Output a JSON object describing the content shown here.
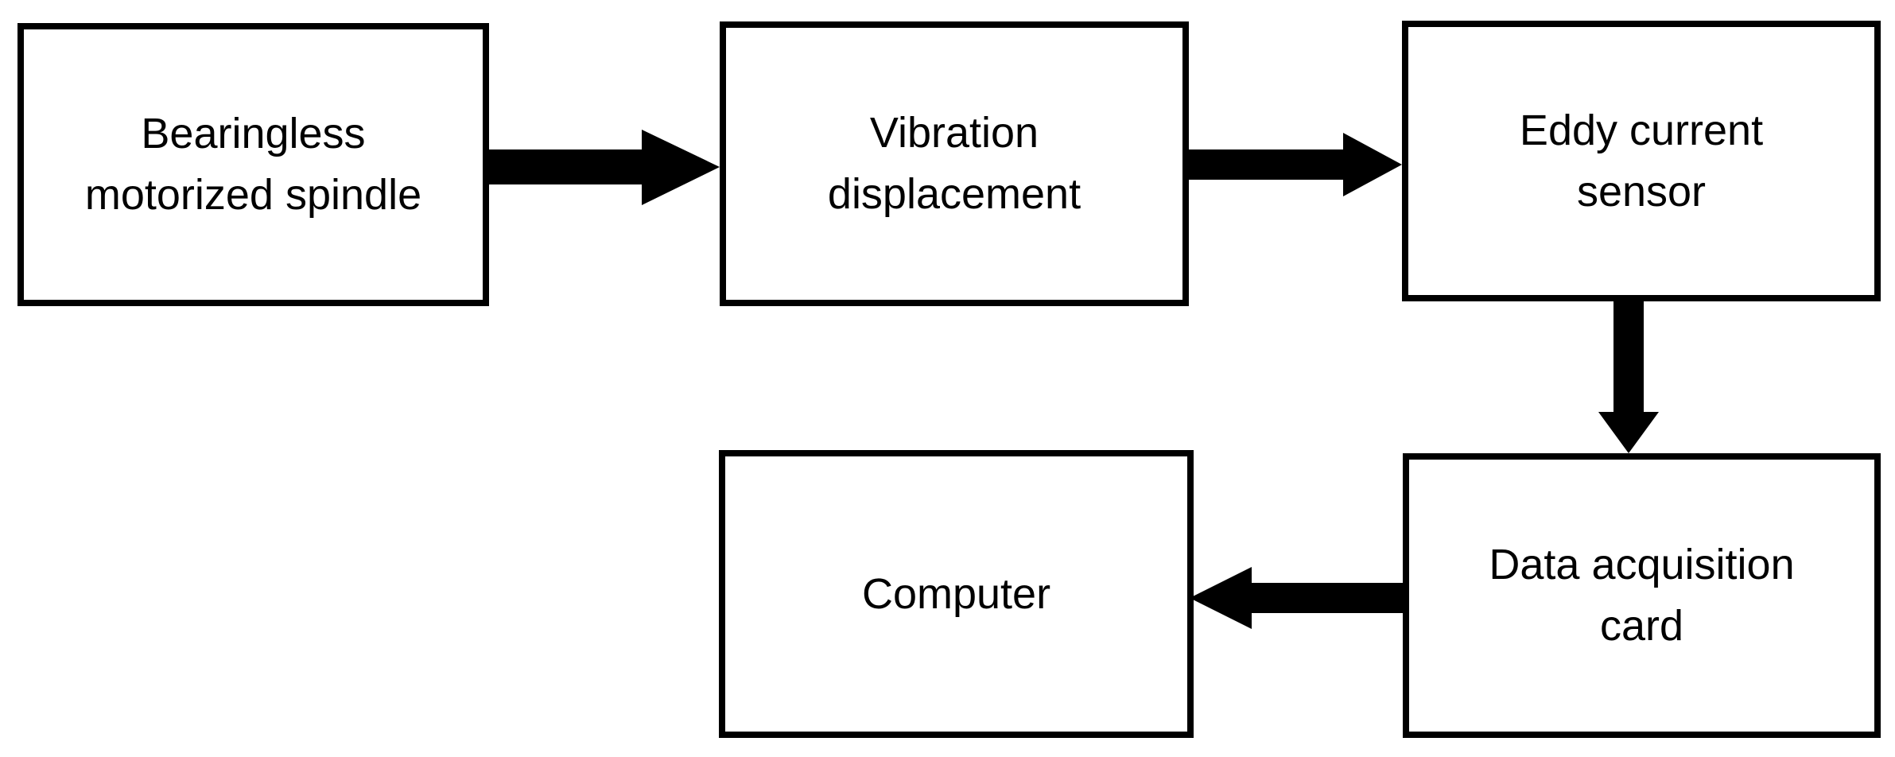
{
  "diagram": {
    "type": "block-flow-diagram",
    "colors": {
      "background": "#ffffff",
      "box_border": "#000000",
      "arrow": "#000000",
      "text": "#000000"
    },
    "nodes": [
      {
        "id": "bearingless-spindle",
        "label": "Bearingless motorized spindle",
        "lines": [
          "Bearingless",
          "motorized spindle"
        ]
      },
      {
        "id": "vibration-displacement",
        "label": "Vibration displacement",
        "lines": [
          "Vibration",
          "displacement"
        ]
      },
      {
        "id": "eddy-current-sensor",
        "label": "Eddy current sensor",
        "lines": [
          "Eddy current",
          "sensor"
        ]
      },
      {
        "id": "data-acquisition-card",
        "label": "Data acquisition card",
        "lines": [
          "Data acquisition",
          "card"
        ]
      },
      {
        "id": "computer",
        "label": "Computer",
        "lines": [
          "Computer"
        ]
      }
    ],
    "edges": [
      {
        "from": "bearingless-spindle",
        "to": "vibration-displacement",
        "direction": "right"
      },
      {
        "from": "vibration-displacement",
        "to": "eddy-current-sensor",
        "direction": "right"
      },
      {
        "from": "eddy-current-sensor",
        "to": "data-acquisition-card",
        "direction": "down"
      },
      {
        "from": "data-acquisition-card",
        "to": "computer",
        "direction": "left"
      }
    ]
  }
}
